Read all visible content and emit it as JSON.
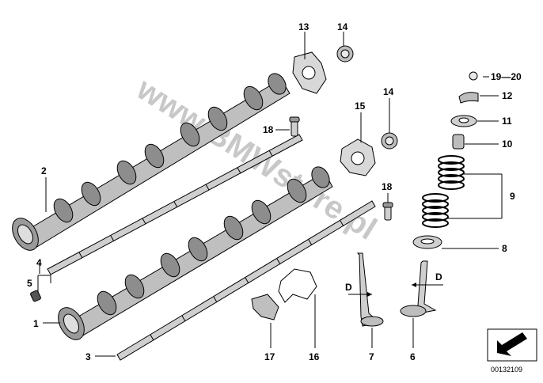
{
  "watermark": "www.BMWstore.pl",
  "diagram_id": "00132109",
  "callouts": {
    "c1": "1",
    "c2": "2",
    "c3": "3",
    "c4": "4",
    "c5": "5",
    "c6": "6",
    "c7": "7",
    "c8": "8",
    "c9": "9",
    "c10": "10",
    "c11": "11",
    "c12": "12",
    "c13": "13",
    "c14a": "14",
    "c14b": "14",
    "c15": "15",
    "c16": "16",
    "c17": "17",
    "c18a": "18",
    "c18b": "18",
    "c19_20": "19—20",
    "dimA": "D",
    "dimB": "D"
  },
  "nav_icon": "arrow-down-left-icon"
}
